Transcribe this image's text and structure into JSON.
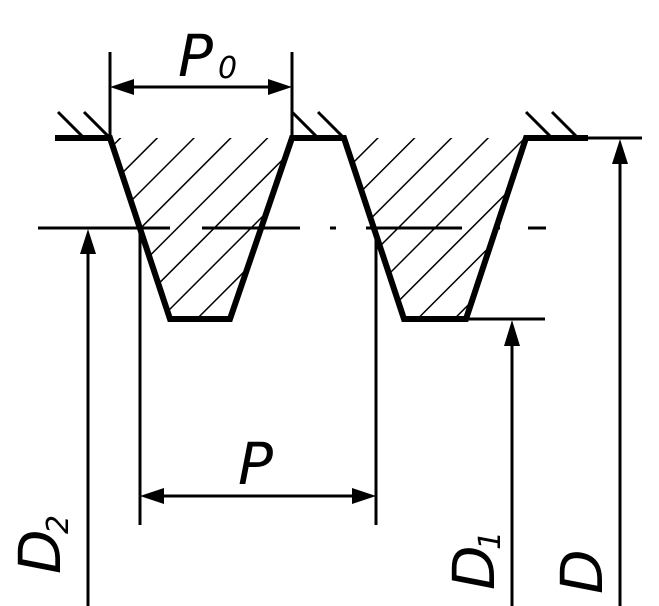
{
  "labels": {
    "p0_main": "P",
    "p0_sub": "0",
    "pitch": "P",
    "d2_main": "D",
    "d2_sub": "2",
    "d1_main": "D",
    "d1_sub": "1",
    "d": "D"
  },
  "colors": {
    "line": "#000000",
    "background": "#ffffff"
  }
}
